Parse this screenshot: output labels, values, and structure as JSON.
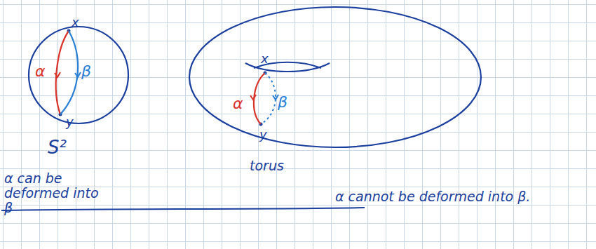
{
  "diagram": {
    "nodes": [
      {
        "text": [
          "x",
          "α",
          "β",
          "y"
        ]
      },
      {
        "text": [
          "x",
          "α",
          "β",
          "y"
        ]
      }
    ],
    "labels": [
      "S²",
      "α can be deformed into β",
      "torus",
      "α cannot be deformed into β."
    ]
  }
}
